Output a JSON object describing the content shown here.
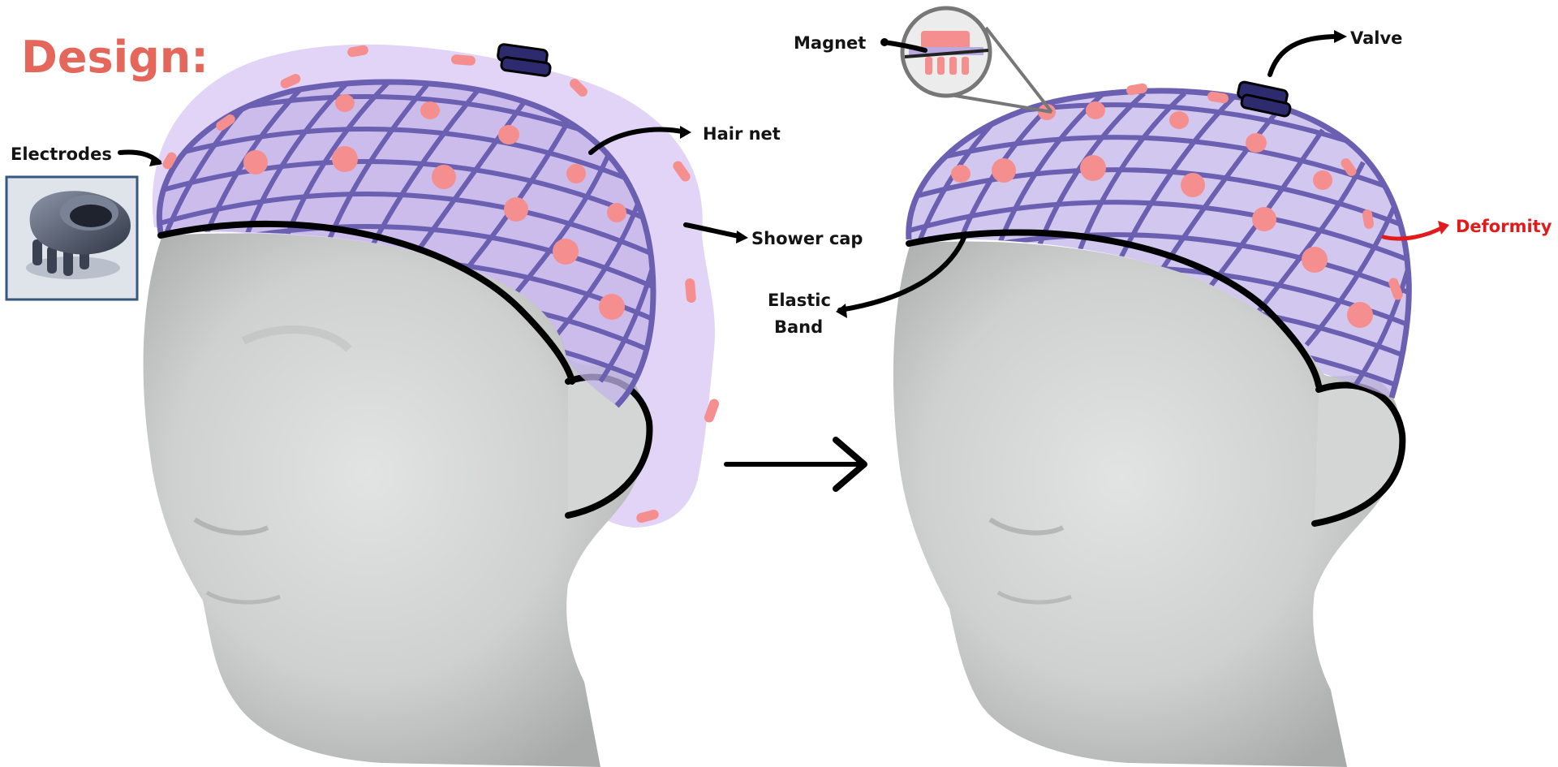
{
  "title": "Design:",
  "labels": {
    "electrodes": "Electrodes",
    "hair_net": "Hair net",
    "shower_cap": "Shower cap",
    "magnet": "Magnet",
    "valve": "Valve",
    "elastic_band_line1": "Elastic",
    "elastic_band_line2": "Band",
    "deformity": "Deformity"
  },
  "colors": {
    "title": "#e5665a",
    "deformity": "#e11b1b",
    "net": "#6a5fb0",
    "cap_fill": "#dccdf5",
    "electrode": "#f58f8f",
    "valve": "#2e2a6e",
    "band": "#0a0a0a"
  },
  "icons": [
    "electrode-3d-icon",
    "magnet-zoom-icon",
    "valve-icon"
  ]
}
